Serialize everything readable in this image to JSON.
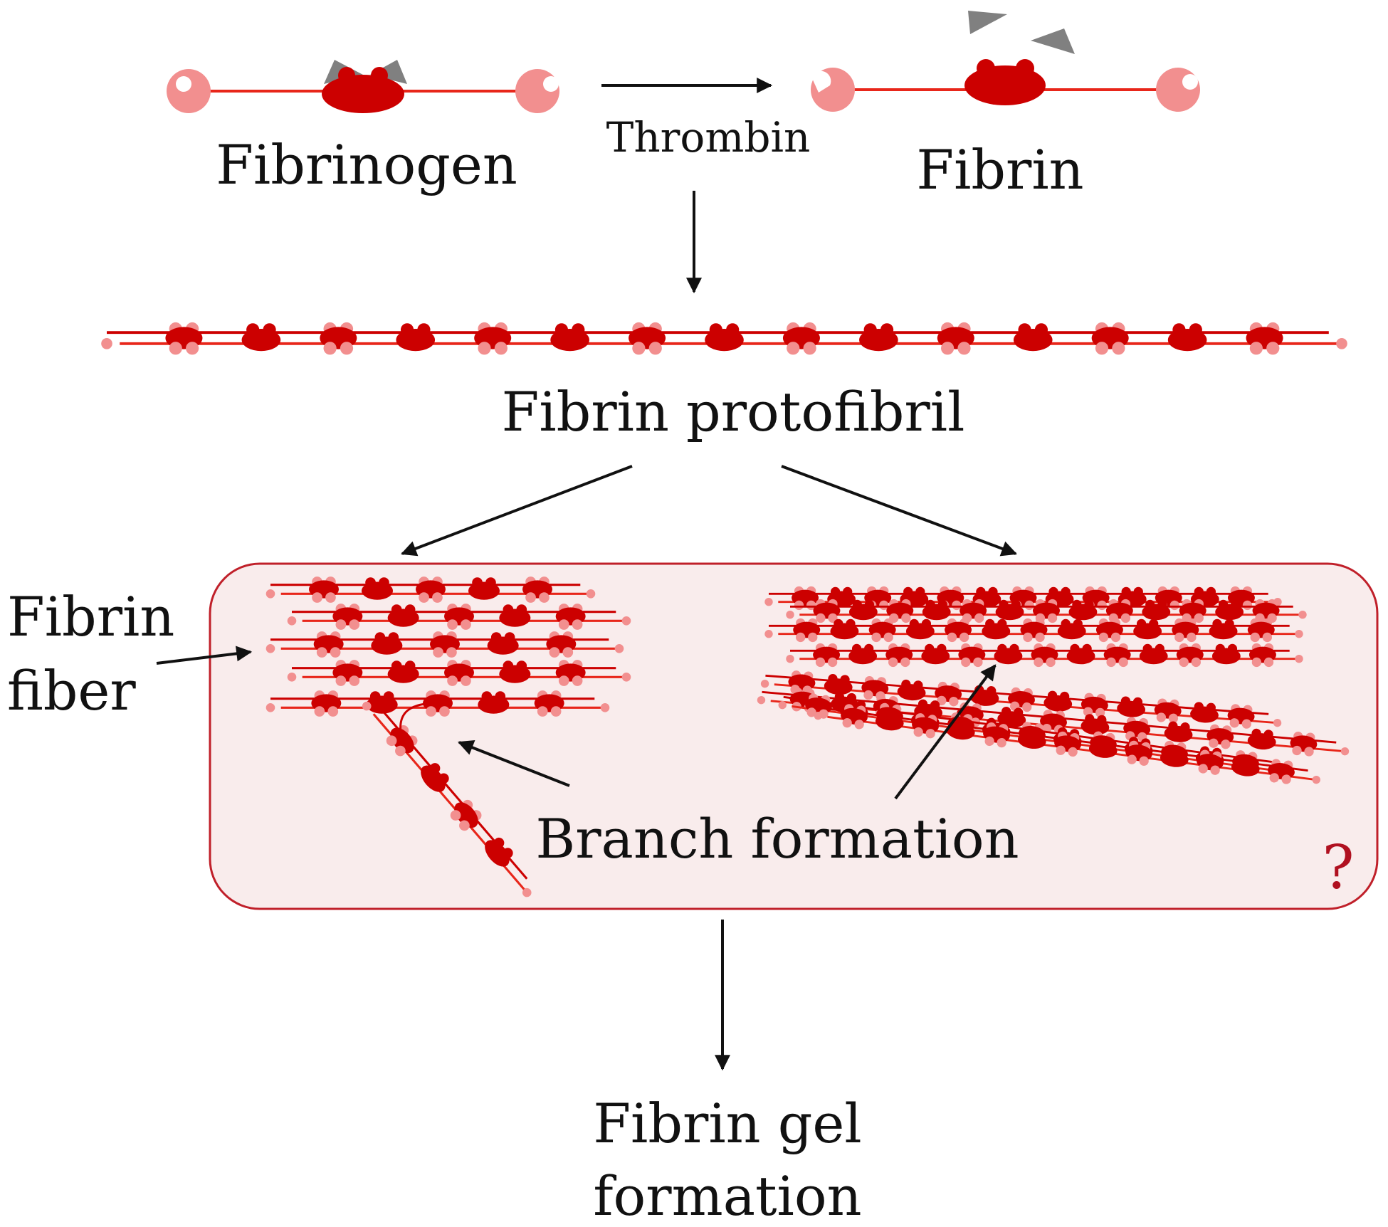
{
  "labels": {
    "fibrinogen": "Fibrinogen",
    "thrombin": "Thrombin",
    "fibrin": "Fibrin",
    "protofibril": "Fibrin protofibril",
    "fiber_line1": "Fibrin",
    "fiber_line2": "fiber",
    "branch": "Branch formation",
    "question": "?",
    "gel_line1": "Fibrin gel",
    "gel_line2": "formation"
  },
  "colors": {
    "strand": "#e8261a",
    "core": "#cc0000",
    "end": "#f28f8f",
    "peptide": "#808080",
    "panel_fill": "#f9ecec",
    "panel_stroke": "#c0202a",
    "question": "#b01020",
    "arrow": "#111111"
  }
}
